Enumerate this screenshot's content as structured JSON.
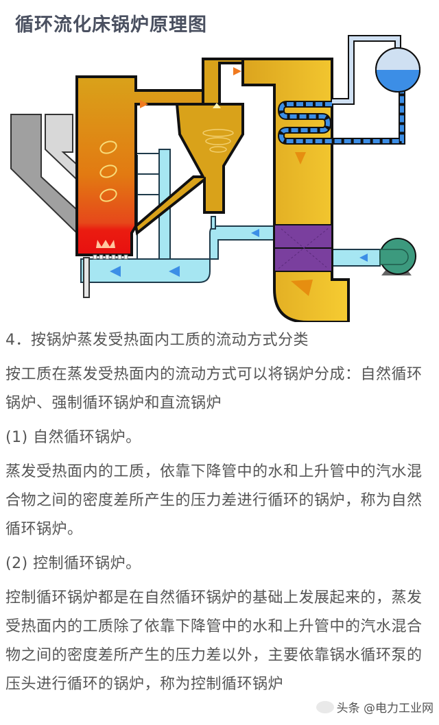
{
  "figure": {
    "title": "循环流化床锅炉原理图",
    "colors": {
      "furnace_top": "#d9a21a",
      "furnace_bottom": "#e81c10",
      "flue_yellow": "#f6cc32",
      "cyclone": "#d9a21a",
      "air_duct": "#a6e6f2",
      "air_preheater": "#7a3f9e",
      "fan": "#3c9a7e",
      "drum_water": "#3c8ee6",
      "drum_steam": "#cfe0f2",
      "hopper_dark": "#a0a0a0",
      "hopper_light": "#d6d6d6",
      "outline": "#111111"
    },
    "components": [
      "coal-hopper",
      "limestone-hopper",
      "furnace",
      "cyclone-separator",
      "return-leg",
      "steam-drum",
      "superheater-coil",
      "air-preheater",
      "blower-fan",
      "primary-air-duct",
      "secondary-air-duct",
      "flue-gas-outlet"
    ]
  },
  "article": {
    "section_heading": "4．按锅炉蒸发受热面内工质的流动方式分类",
    "intro": "按工质在蒸发受热面内的流动方式可以将锅炉分成：自然循环锅炉、强制循环锅炉和直流锅炉",
    "items": [
      {
        "label": "(1) 自然循环锅炉。",
        "text": "蒸发受热面内的工质，依靠下降管中的水和上升管中的汽水混合物之间的密度差所产生的压力差进行循环的锅炉，称为自然循环锅炉。"
      },
      {
        "label": "(2) 控制循环锅炉。",
        "text": "控制循环锅炉都是在自然循环锅炉的基础上发展起来的，蒸发受热面内的工质除了依靠下降管中的水和上升管中的汽水混合物之间的密度差所产生的压力差以外，主要依靠锅水循环泵的压头进行循环的锅炉，称为控制循环锅炉"
      }
    ]
  },
  "watermark": {
    "text": "头条 @电力工业网"
  }
}
